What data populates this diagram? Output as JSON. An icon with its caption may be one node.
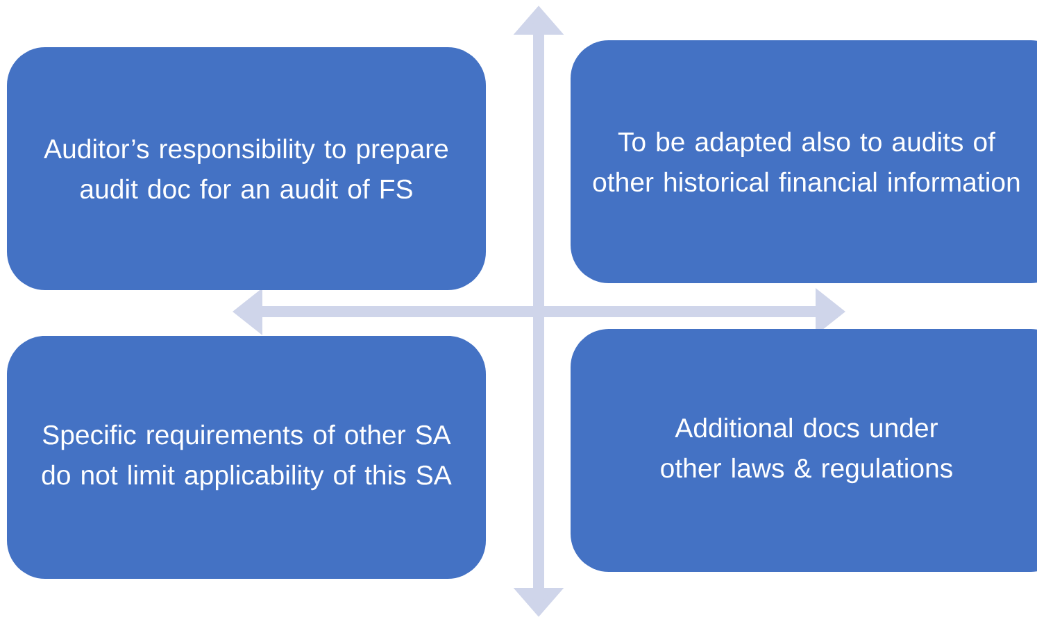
{
  "diagram": {
    "nodes": [
      {
        "text": [
          "Auditor’s responsibility to prepare audit doc for an audit of FS"
        ]
      },
      {
        "text": [
          "To be adapted also to audits of other historical financial information"
        ]
      },
      {
        "text": [
          "Specific requirements of other SA do not limit applicability of this SA"
        ]
      },
      {
        "text": [
          "Additional docs under other laws & regulations"
        ]
      }
    ]
  }
}
